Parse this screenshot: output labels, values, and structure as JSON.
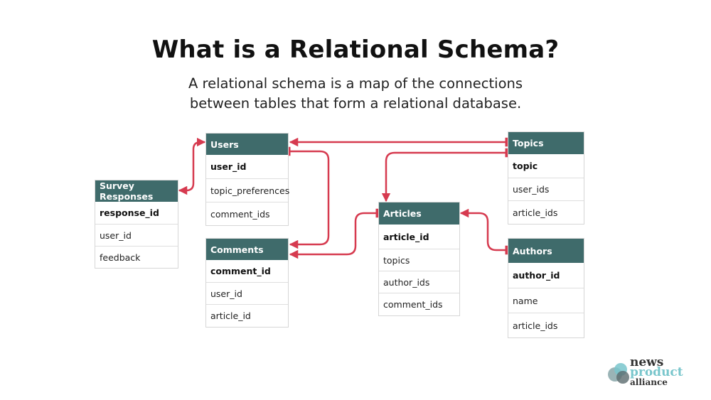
{
  "title": "What is a Relational Schema?",
  "subtitle": {
    "line1": "A relational schema is a map of the connections",
    "line2": "between tables that form a relational database."
  },
  "colors": {
    "header": "#3f6b6b",
    "link": "#d63a4f",
    "logo_teal": "#79c6cc",
    "logo_dark": "#333333"
  },
  "tables": {
    "survey": {
      "name": "Survey Responses",
      "key": "response_id",
      "fields": [
        "user_id",
        "feedback"
      ]
    },
    "users": {
      "name": "Users",
      "key": "user_id",
      "fields": [
        "topic_preferences",
        "comment_ids"
      ]
    },
    "comments": {
      "name": "Comments",
      "key": "comment_id",
      "fields": [
        "user_id",
        "article_id"
      ]
    },
    "articles": {
      "name": "Articles",
      "key": "article_id",
      "fields": [
        "topics",
        "author_ids",
        "comment_ids"
      ]
    },
    "topics": {
      "name": "Topics",
      "key": "topic",
      "fields": [
        "user_ids",
        "article_ids"
      ]
    },
    "authors": {
      "name": "Authors",
      "key": "author_id",
      "fields": [
        "name",
        "article_ids"
      ]
    }
  },
  "logo": {
    "line1": "news",
    "line2": "product",
    "line3": "alliance"
  }
}
